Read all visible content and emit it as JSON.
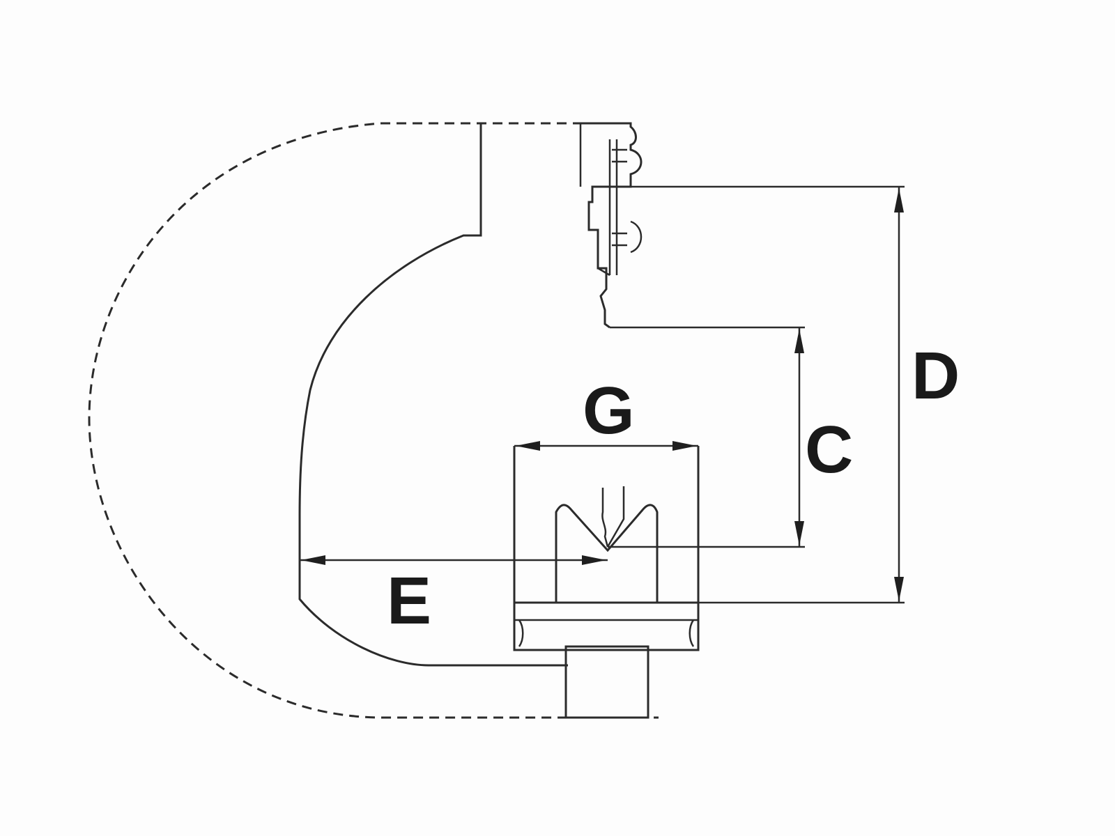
{
  "labels": {
    "g": "G",
    "c": "C",
    "d": "D",
    "e": "E"
  },
  "colors": {
    "line": "#2b2b2b",
    "background": "#fdfdfd"
  }
}
